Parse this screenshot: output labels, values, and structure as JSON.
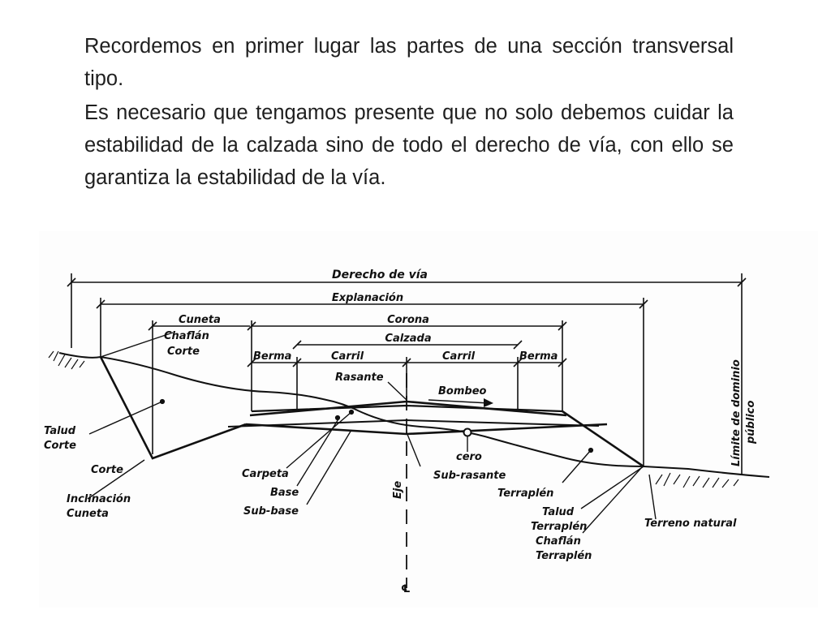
{
  "slide": {
    "paragraph1": "Recordemos en primer lugar las partes de una sección transversal tipo.",
    "paragraph2": "Es necesario que tengamos presente que no solo debemos cuidar la estabilidad de la calzada sino de todo el derecho de vía, con ello se garantiza la estabilidad de la vía."
  },
  "diagram": {
    "labels": {
      "derecho_de_via": "Derecho de vía",
      "explanacion": "Explanación",
      "cuneta": "Cuneta",
      "chaflan": "Chaflán",
      "corte": "Corte",
      "corona": "Corona",
      "calzada": "Calzada",
      "berma_left": "Berma",
      "carril_left": "Carril",
      "carril_right": "Carril",
      "berma_right": "Berma",
      "rasante": "Rasante",
      "bombeo": "Bombeo",
      "talud_corte_1": "Talud",
      "talud_corte_2": "Corte",
      "corte_bottom": "Corte",
      "inclinacion_1": "Inclinación",
      "inclinacion_2": "Cuneta",
      "carpeta": "Carpeta",
      "base": "Base",
      "sub_base": "Sub-base",
      "eje": "Eje",
      "cero": "cero",
      "sub_rasante": "Sub-rasante",
      "terraplen": "Terraplén",
      "talud_terraplen_1": "Talud",
      "talud_terraplen_2": "Terraplén",
      "chaflan_terraplen_1": "Chaflán",
      "chaflan_terraplen_2": "Terraplén",
      "terreno_natural": "Terreno natural",
      "limite_1": "Límite de dominio",
      "limite_2": "público",
      "centerline_symbol": "℄"
    }
  }
}
